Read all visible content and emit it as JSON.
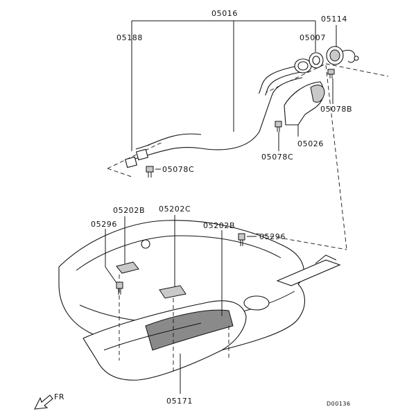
{
  "diagram": {
    "callouts": {
      "p05016": "05016",
      "p05114": "05114",
      "p05188": "05188",
      "p05007": "05007",
      "p05078b": "05078B",
      "p05026": "05026",
      "p05078c_a": "05078C",
      "p05078c_b": "05078C",
      "p05202b_a": "05202B",
      "p05202c": "05202C",
      "p05296_a": "05296",
      "p05202b_b": "05202B",
      "p05296_b": "05296",
      "p05171": "05171"
    },
    "direction_label": "FR",
    "drawing_id": "D00136"
  }
}
